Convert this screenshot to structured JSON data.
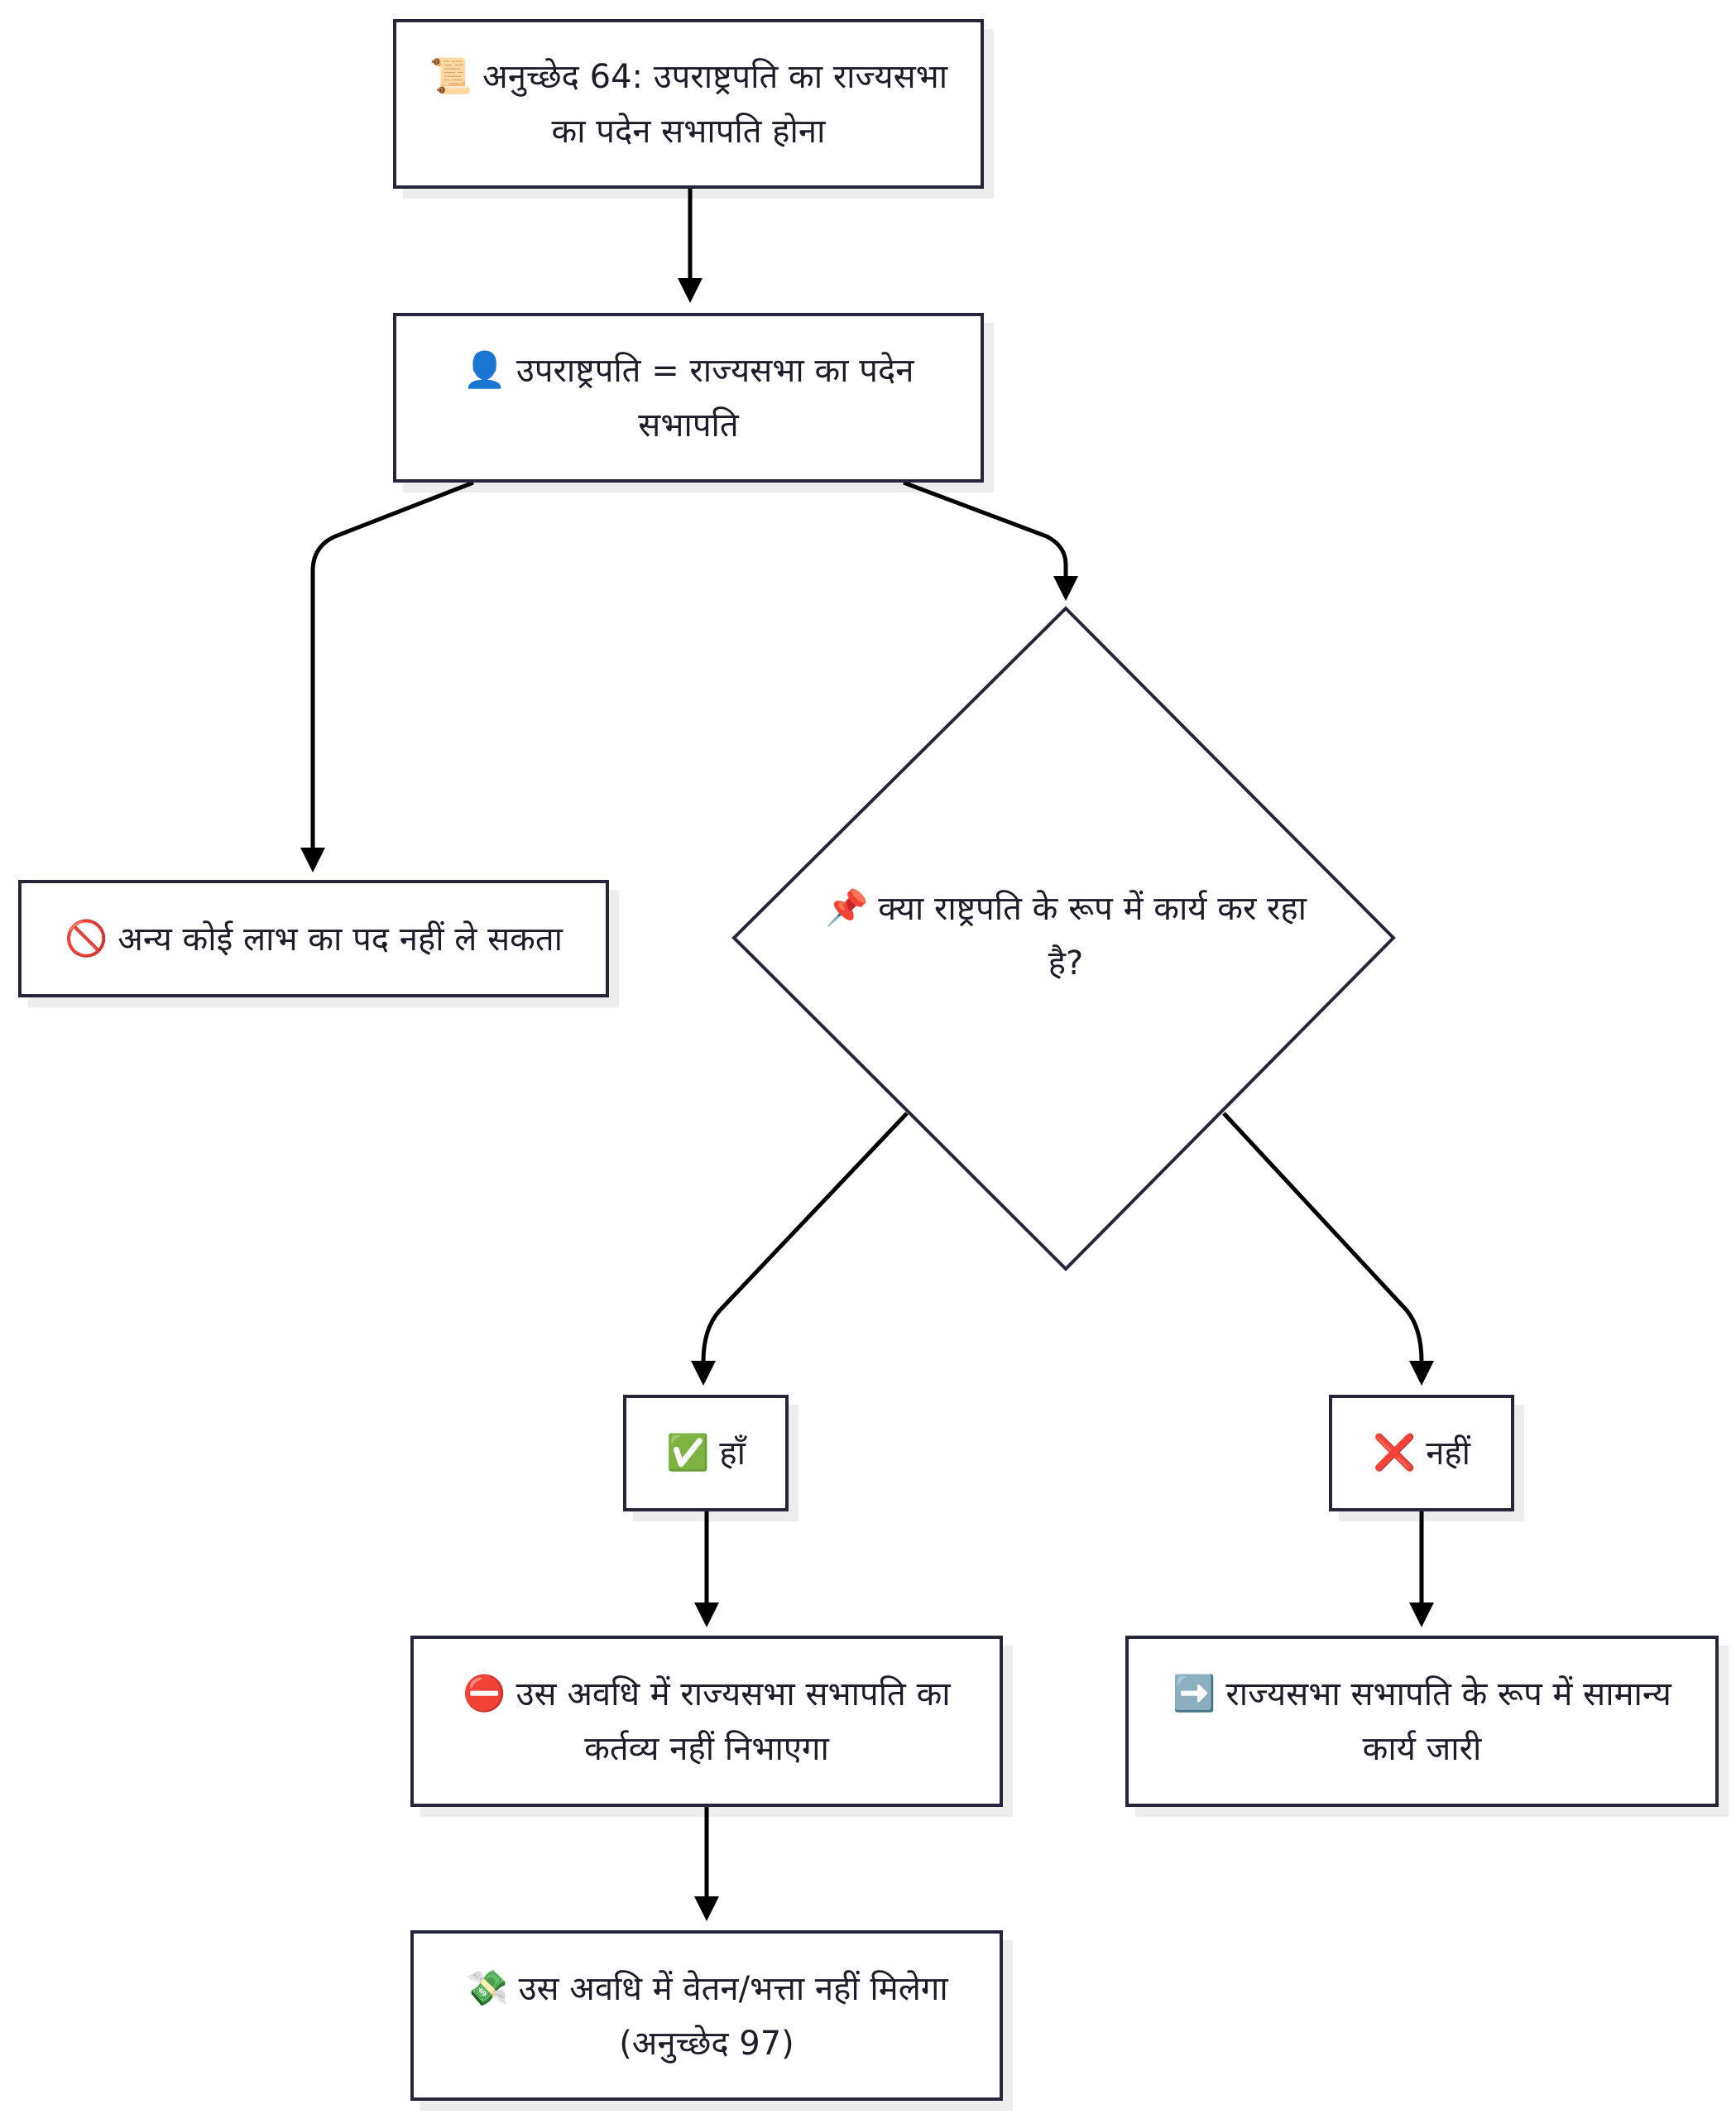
{
  "nodes": {
    "article64": {
      "icon": "scroll-icon",
      "glyph": "📜",
      "text": "अनुच्छेद 64: उपराष्ट्रपति का राज्यसभा का पदेन सभापति होना"
    },
    "vp_chairman": {
      "icon": "person-icon",
      "glyph": "👤",
      "text": "उपराष्ट्रपति = राज्यसभा का पदेन सभापति"
    },
    "no_profit": {
      "icon": "prohibited-icon",
      "glyph": "🚫",
      "text": "अन्य कोई लाभ का पद नहीं ले सकता"
    },
    "decision": {
      "icon": "pushpin-icon",
      "glyph": "📌",
      "text": "क्या राष्ट्रपति के रूप में कार्य कर रहा है?"
    },
    "yes": {
      "icon": "check-icon",
      "glyph": "✅",
      "text": "हाँ"
    },
    "no": {
      "icon": "cross-icon",
      "glyph": "❌",
      "text": "नहीं"
    },
    "no_duty": {
      "icon": "no-entry-icon",
      "glyph": "⛔",
      "text": "उस अवधि में राज्यसभा सभापति का कर्तव्य नहीं निभाएगा"
    },
    "continue_work": {
      "icon": "right-arrow-icon",
      "glyph": "➡️",
      "text": "राज्यसभा सभापति के रूप में सामान्य कार्य जारी"
    },
    "no_salary": {
      "icon": "money-icon",
      "glyph": "💸",
      "text": "उस अवधि में वेतन/भत्ता नहीं मिलेगा (अनुच्छेद 97)"
    }
  },
  "colors": {
    "stroke": "#27253a",
    "edge": "#000000",
    "text": "#1d1d2a"
  }
}
